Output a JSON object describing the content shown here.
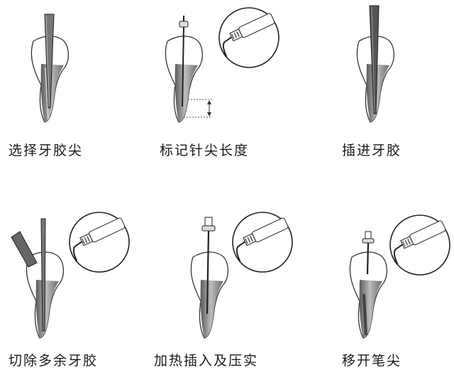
{
  "steps": [
    {
      "label": "选择牙胶尖"
    },
    {
      "label": "标记针尖长度"
    },
    {
      "label": "插进牙胶"
    },
    {
      "label": "切除多余牙胶"
    },
    {
      "label": "加热插入及压实"
    },
    {
      "label": "移开笔尖"
    }
  ]
}
